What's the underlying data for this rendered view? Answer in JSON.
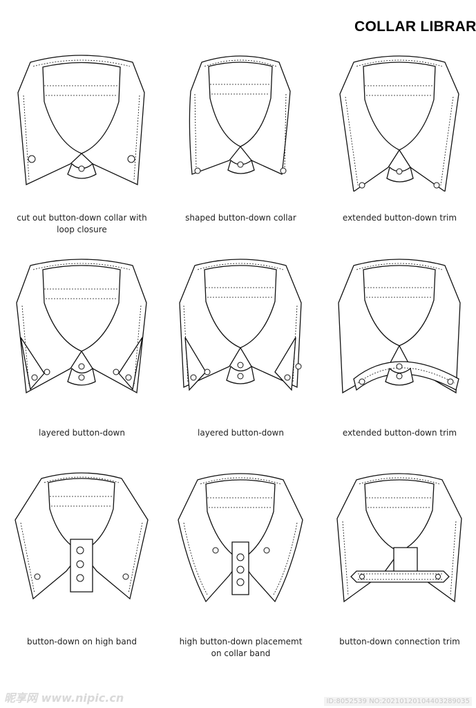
{
  "page": {
    "title": "COLLAR LIBRAR"
  },
  "collars": [
    {
      "caption_line1": "cut out button-down collar with",
      "caption_line2": "loop closure",
      "style": "cutout-loop"
    },
    {
      "caption_line1": "shaped button-down collar",
      "caption_line2": "",
      "style": "shaped"
    },
    {
      "caption_line1": "extended button-down trim",
      "caption_line2": "",
      "style": "extended-long"
    },
    {
      "caption_line1": "layered button-down",
      "caption_line2": "",
      "style": "layered"
    },
    {
      "caption_line1": "layered button-down",
      "caption_line2": "",
      "style": "layered-alt"
    },
    {
      "caption_line1": "extended button-down trim",
      "caption_line2": "",
      "style": "extended-strap"
    },
    {
      "caption_line1": "button-down on high band",
      "caption_line2": "",
      "style": "high-band"
    },
    {
      "caption_line1": "high button-down placememt",
      "caption_line2": "on collar band",
      "style": "high-placement"
    },
    {
      "caption_line1": "button-down connection trim",
      "caption_line2": "",
      "style": "connection-trim"
    }
  ],
  "watermark": {
    "left": "昵享网 www.nipic.cn",
    "right": "ID:8052539 NO:20210120104403289035"
  }
}
